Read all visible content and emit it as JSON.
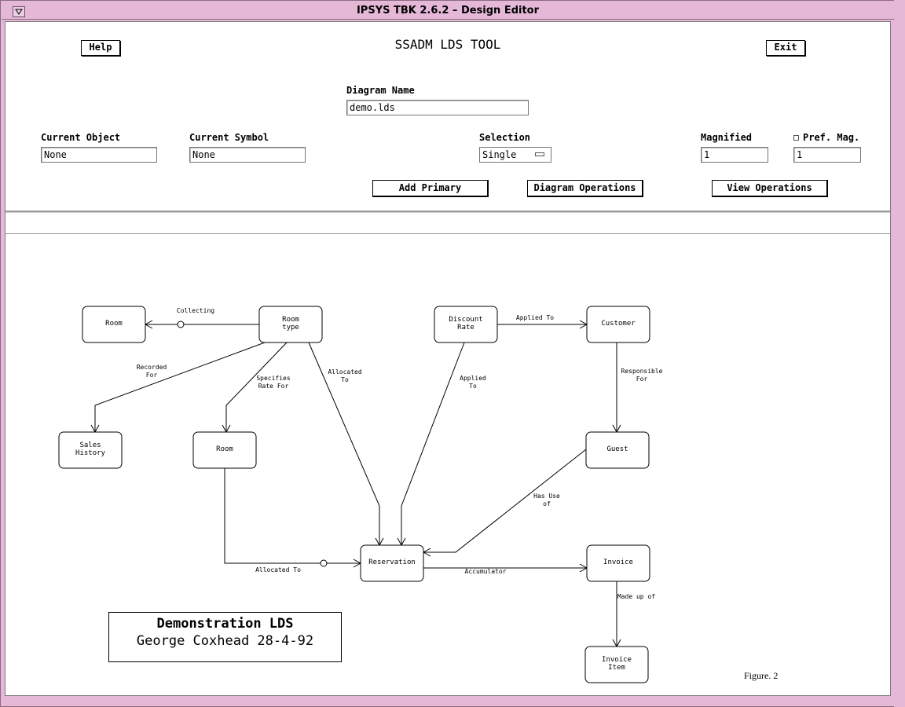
{
  "window": {
    "title": "IPSYS TBK 2.6.2 – Design Editor"
  },
  "panel": {
    "heading": "SSADM LDS TOOL",
    "help_label": "Help",
    "exit_label": "Exit",
    "diagram_name_label": "Diagram Name",
    "diagram_name_value": "demo.lds",
    "current_object_label": "Current Object",
    "current_object_value": "None",
    "current_symbol_label": "Current Symbol",
    "current_symbol_value": "None",
    "selection_label": "Selection",
    "selection_value": "Single",
    "magnified_label": "Magnified",
    "magnified_value": "1",
    "pref_mag_label": "Pref. Mag.",
    "pref_mag_value": "1",
    "add_primary_label": "Add Primary",
    "diagram_operations_label": "Diagram Operations",
    "view_operations_label": "View Operations"
  },
  "message_bar": {
    "text": ""
  },
  "diagram": {
    "entities": {
      "room_top": [
        "Room"
      ],
      "room_type": [
        "Room",
        "type"
      ],
      "discount_rate": [
        "Discount",
        "Rate"
      ],
      "customer": [
        "Customer"
      ],
      "sales_history": [
        "Sales",
        "History"
      ],
      "room_mid": [
        "Room"
      ],
      "guest": [
        "Guest"
      ],
      "reservation": [
        "Reservation"
      ],
      "invoice": [
        "Invoice"
      ],
      "invoice_item": [
        "Invoice",
        "Item"
      ]
    },
    "relationships": {
      "collecting": [
        "Collecting"
      ],
      "recorded_for": [
        "Recorded",
        "For"
      ],
      "specifies_rate_for": [
        "Specifies",
        "Rate For"
      ],
      "allocated_to_roomtype": [
        "Allocated",
        "To"
      ],
      "applied_to_top": [
        "Applied To"
      ],
      "applied_to_dr": [
        "Applied",
        "To"
      ],
      "responsible_for": [
        "Responsible",
        "For"
      ],
      "has_use_of": [
        "Has Use",
        "of"
      ],
      "allocated_to_room": [
        "Allocated To"
      ],
      "accumulator": [
        "Accumulator"
      ],
      "made_up_of": [
        "Made up of"
      ]
    },
    "title_block": {
      "line1": "Demonstration LDS",
      "line2": "George Coxhead 28-4-92"
    },
    "figure_label": "Figure. 2"
  }
}
